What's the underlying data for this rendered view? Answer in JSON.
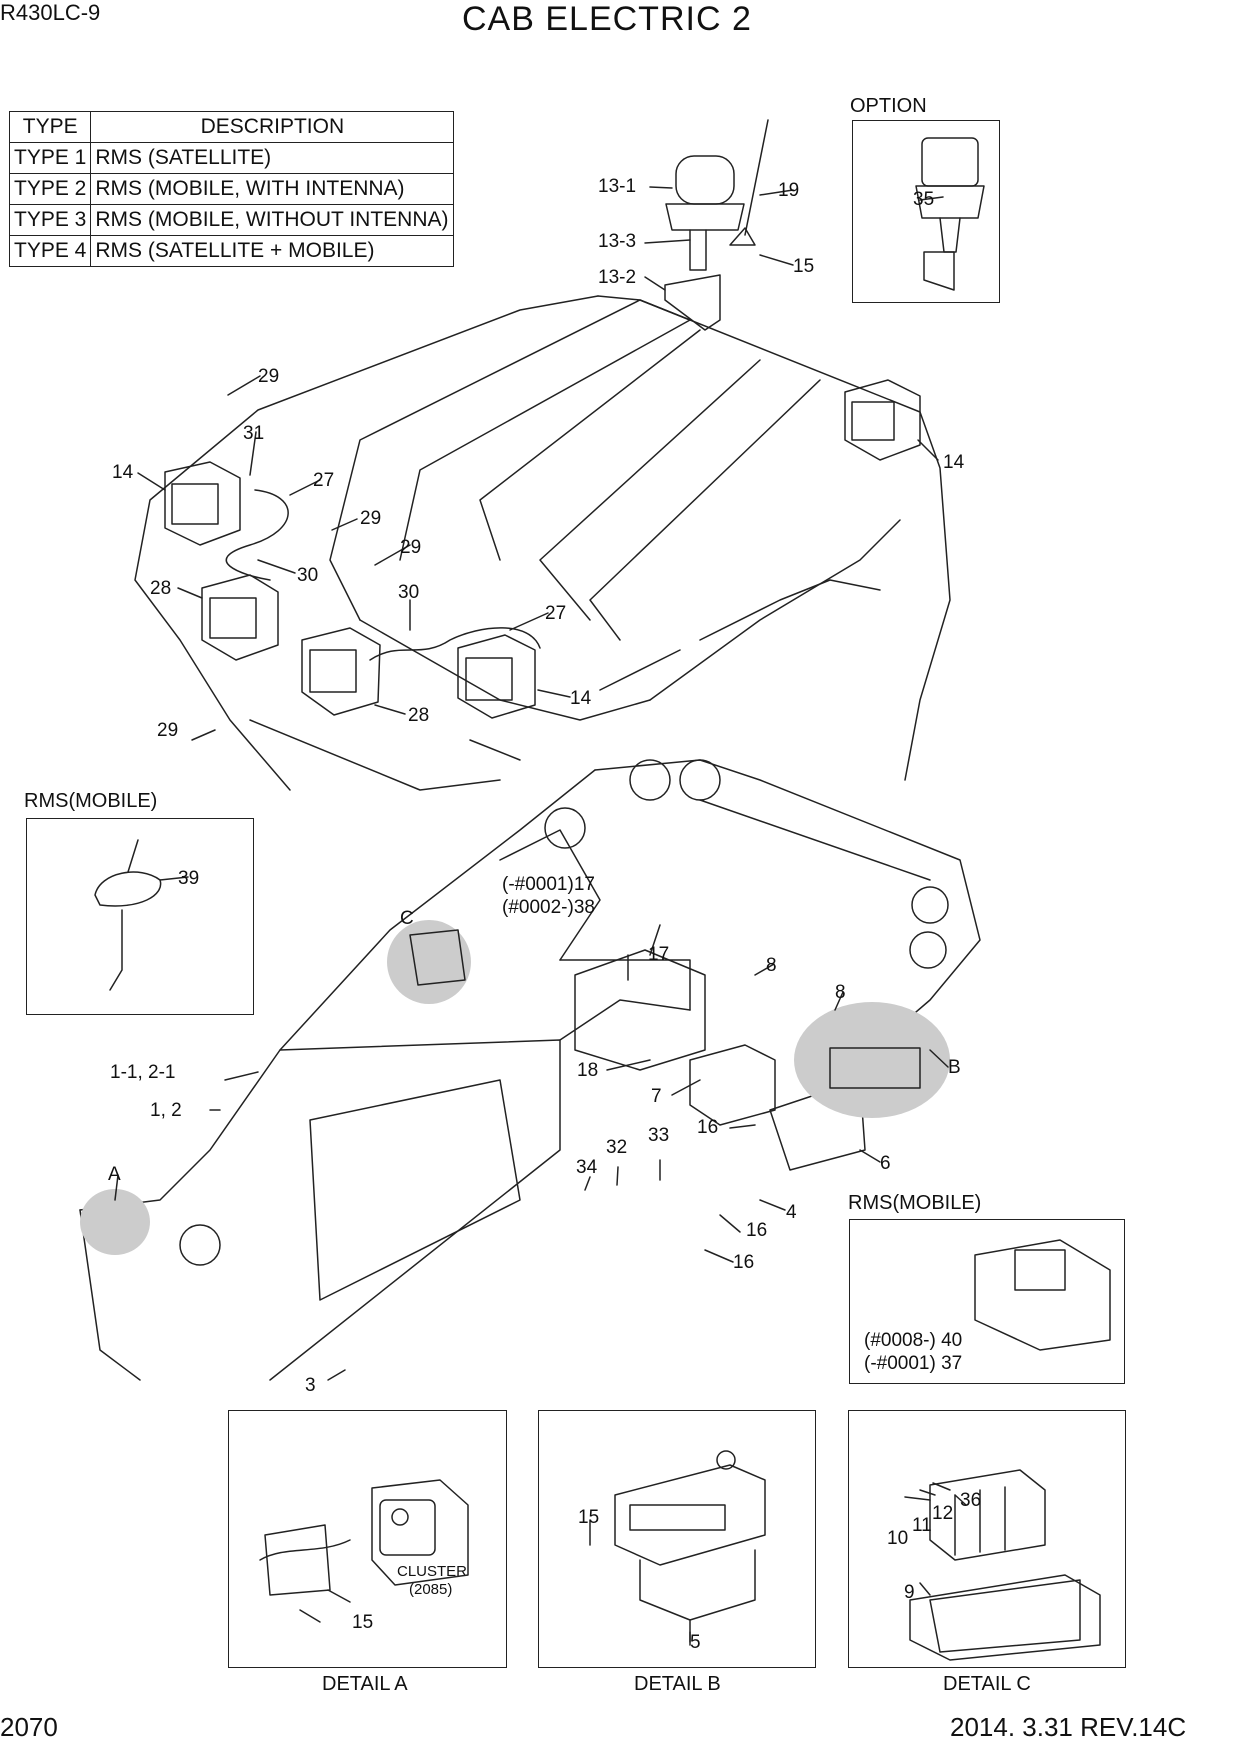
{
  "header": {
    "model": "R430LC-9",
    "title": "CAB ELECTRIC 2"
  },
  "type_table": {
    "headers": [
      "TYPE",
      "DESCRIPTION"
    ],
    "rows": [
      [
        "TYPE 1",
        "RMS (SATELLITE)"
      ],
      [
        "TYPE 2",
        "RMS (MOBILE, WITH INTENNA)"
      ],
      [
        "TYPE 3",
        "RMS (MOBILE, WITHOUT INTENNA)"
      ],
      [
        "TYPE 4",
        "RMS (SATELLITE + MOBILE)"
      ]
    ]
  },
  "captions": {
    "option": "OPTION",
    "rms_mobile_left": "RMS(MOBILE)",
    "rms_mobile_right": "RMS(MOBILE)",
    "detail_a": "DETAIL A",
    "detail_b": "DETAIL B",
    "detail_c": "DETAIL C",
    "cluster": "CLUSTER",
    "cluster_ref": "(2085)"
  },
  "callouts": {
    "c13_1": "13-1",
    "c19": "19",
    "c13_3": "13-3",
    "c15_top": "15",
    "c13_2": "13-2",
    "c35": "35",
    "c29_a": "29",
    "c31": "31",
    "c14_a": "14",
    "c27_a": "27",
    "c29_b": "29",
    "c29_c": "29",
    "c30_a": "30",
    "c28_a": "28",
    "c30_b": "30",
    "c27_b": "27",
    "c14_b": "14",
    "c28_b": "28",
    "c29_d": "29",
    "c14_c": "14",
    "c39": "39",
    "c17_a": "(-#0001)17",
    "c38": "(#0002-)38",
    "c_c": "C",
    "c17_b": "17",
    "c8_a": "8",
    "c8_b": "8",
    "c_b": "B",
    "c18": "18",
    "c7": "7",
    "c1_1": "1-1, 2-1",
    "c1_2": "1, 2",
    "c16_a": "16",
    "c6": "6",
    "c32": "32",
    "c33": "33",
    "c34": "34",
    "c4": "4",
    "c16_b": "16",
    "c16_c": "16",
    "c_a": "A",
    "c3": "3",
    "c40": "(#0008-) 40",
    "c37": "(-#0001) 37",
    "c15_a": "15",
    "c15_b": "15",
    "c5": "5",
    "c36": "36",
    "c12": "12",
    "c11": "11",
    "c10": "10",
    "c9": "9"
  },
  "footer": {
    "page": "2070",
    "date_rev": "2014. 3.31  REV.14C"
  }
}
